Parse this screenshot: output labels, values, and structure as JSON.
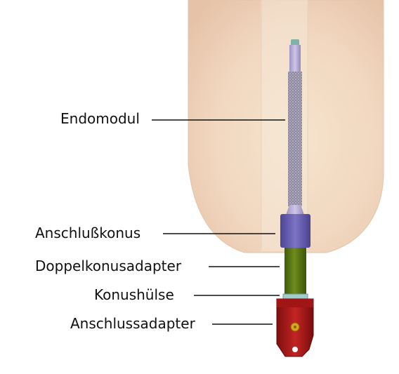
{
  "diagram": {
    "labels": {
      "endomodul": "Endomodul",
      "anschlusskonus": "Anschlußkonus",
      "doppelkonusadapter": "Doppelkonusadapter",
      "konushuelse": "Konushülse",
      "anschlussadapter": "Anschlussadapter"
    },
    "colors": {
      "stump": "#f3dcc6",
      "stem": "#bdb2d8",
      "porous_coating": "#9c97ac",
      "cone": "#6f66b4",
      "adapter_tube": "#5c7a14",
      "sleeve": "#9fc9c9",
      "connector": "#b51c1c",
      "screw": "#d9a71c"
    }
  }
}
